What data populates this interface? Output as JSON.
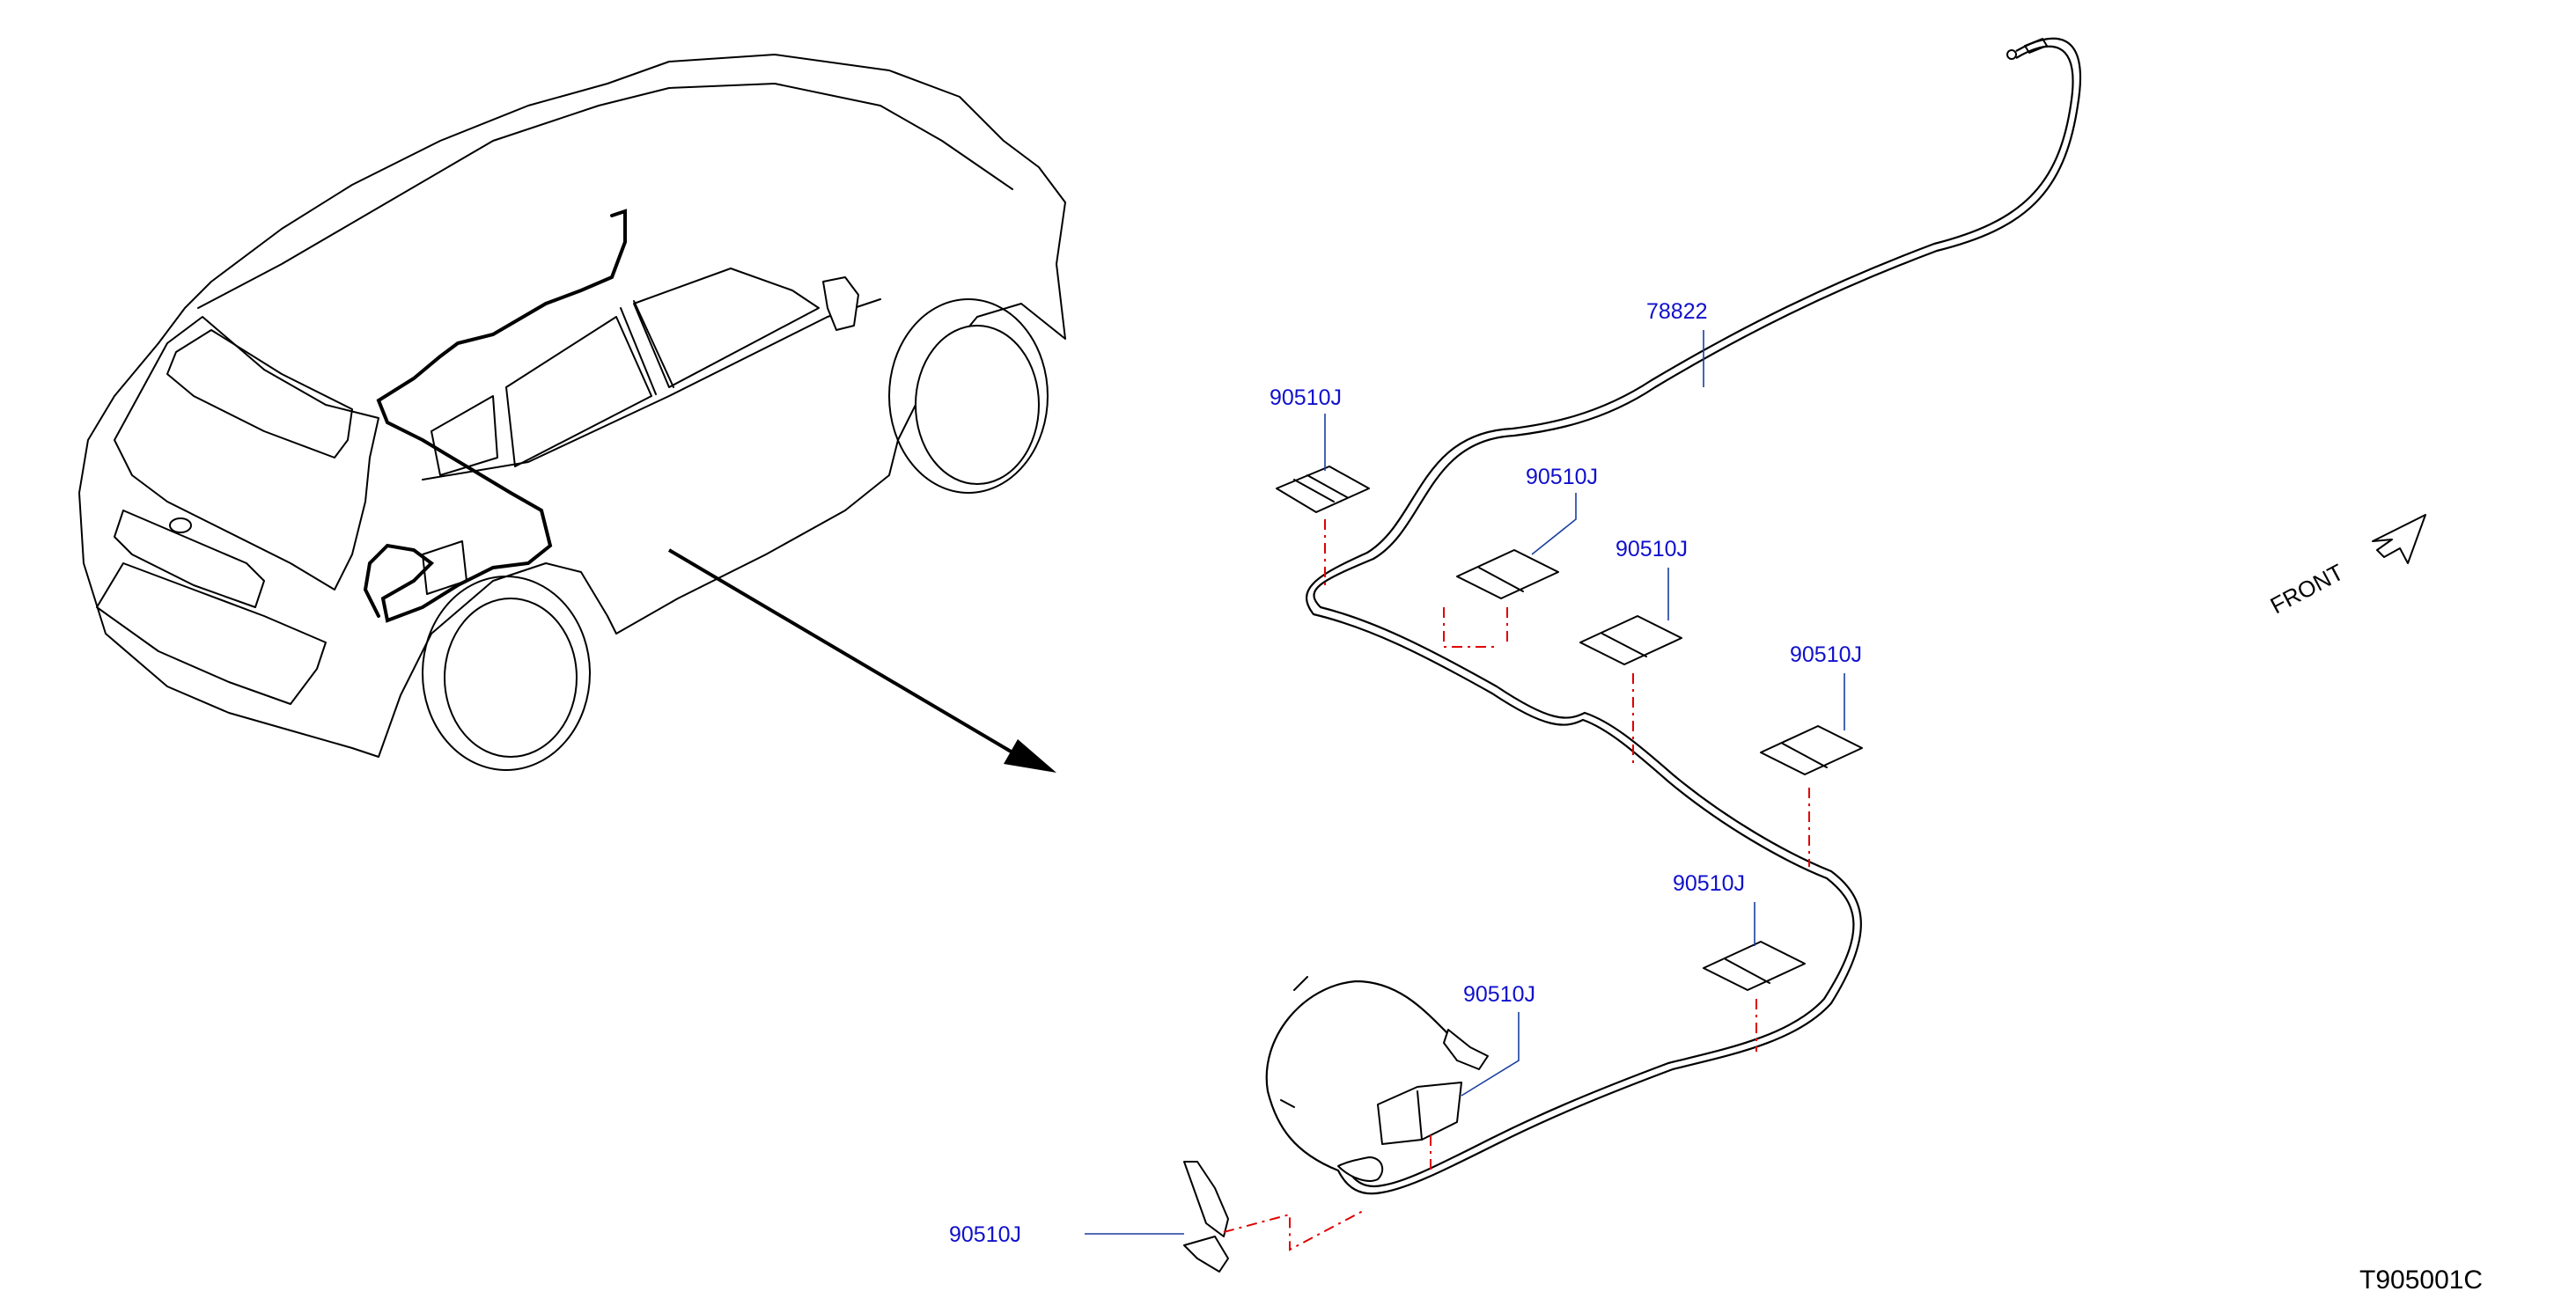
{
  "callouts": {
    "cable": "78822",
    "clip_a": "90510J",
    "clip_b": "90510J",
    "clip_c": "90510J",
    "clip_d": "90510J",
    "clip_e": "90510J",
    "clip_f": "90510J",
    "clip_g": "90510J"
  },
  "orientation": {
    "label": "FRONT"
  },
  "figure_code": "T905001C",
  "colors": {
    "callout": "#1010cc",
    "leader": "#1a3fa0",
    "centerline": "#e00000",
    "line": "#000000"
  }
}
